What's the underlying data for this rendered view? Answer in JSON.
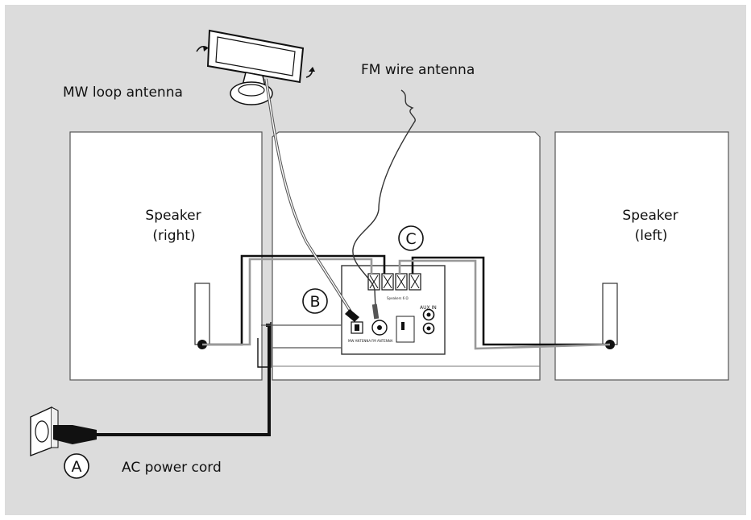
{
  "labels": {
    "mw_antenna": "MW loop antenna",
    "fm_antenna": "FM wire antenna",
    "speaker_right_line1": "Speaker",
    "speaker_right_line2": "(right)",
    "speaker_left_line1": "Speaker",
    "speaker_left_line2": "(left)",
    "ac_power_cord": "AC power cord"
  },
  "markers": {
    "a": "A",
    "b": "B",
    "c": "C"
  },
  "panel": {
    "aux_in": "AUX IN",
    "mw_antenna": "MW ANTENNA",
    "fm_antenna": "FM ANTENNA"
  },
  "colors": {
    "background": "#dcdcdc",
    "panel_white": "#ffffff",
    "outline": "#555555",
    "wire_black": "#111111",
    "wire_gray": "#999999"
  }
}
